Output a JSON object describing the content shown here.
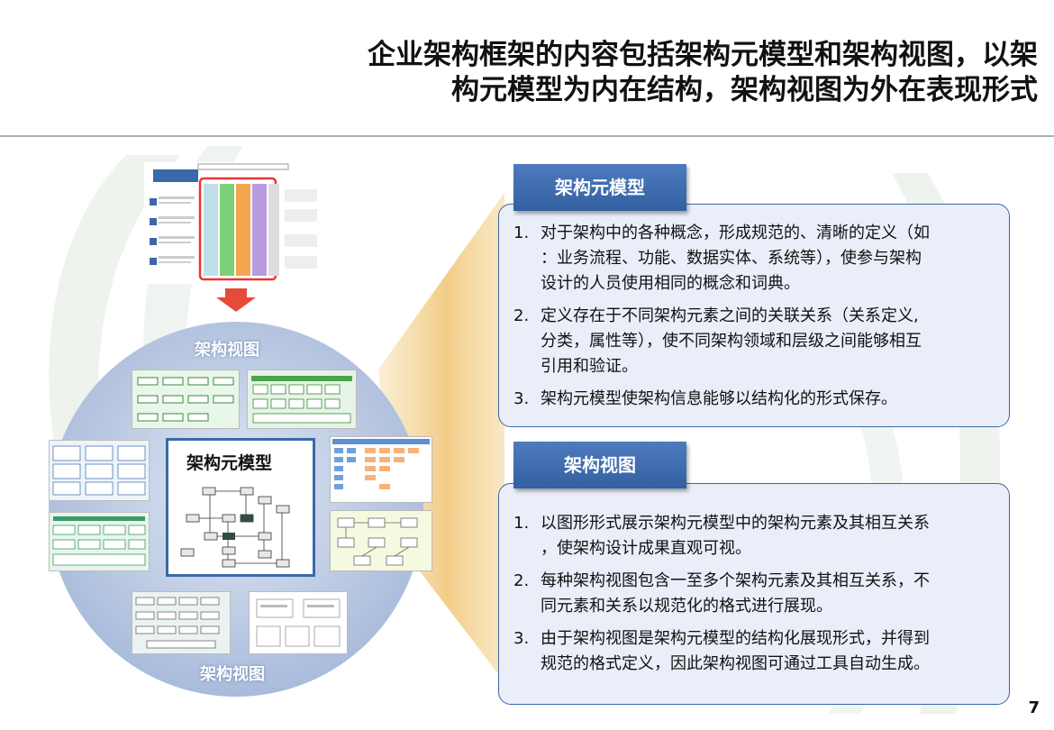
{
  "title": {
    "line1": "企业架构框架的内容包括架构元模型和架构视图，以架",
    "line2": "构元模型为内在结构，架构视图为外在表现形式"
  },
  "diagram": {
    "top_label": "架构视图",
    "bottom_label": "架构视图",
    "center_label": "架构元模型"
  },
  "section1": {
    "header": "架构元模型",
    "items": [
      {
        "num": "1.",
        "lines": [
          "对于架构中的各种概念，形成规范的、清晰的定义（如",
          "：业务流程、功能、数据实体、系统等），使参与架构",
          "设计的人员使用相同的概念和词典。"
        ]
      },
      {
        "num": "2.",
        "lines": [
          "定义存在于不同架构元素之间的关联关系（关系定义,",
          "分类，属性等），使不同架构领域和层级之间能够相互",
          "引用和验证。"
        ]
      },
      {
        "num": "3.",
        "lines": [
          "架构元模型使架构信息能够以结构化的形式保存。"
        ]
      }
    ]
  },
  "section2": {
    "header": "架构视图",
    "items": [
      {
        "num": "1.",
        "lines": [
          "以图形形式展示架构元模型中的架构元素及其相互关系",
          "，使架构设计成果直观可视。"
        ]
      },
      {
        "num": "2.",
        "lines": [
          "每种架构视图包含一至多个架构元素及其相互关系，不",
          "同元素和关系以规范化的格式进行展现。"
        ]
      },
      {
        "num": "3.",
        "lines": [
          "由于架构视图是架构元模型的结构化展现形式，并得到",
          "规范的格式定义，因此架构视图可通过工具自动生成。"
        ]
      }
    ]
  },
  "page_number": "7",
  "colors": {
    "accent_blue": "#3c67a8",
    "box_fill": "#e9eef8",
    "circle_fill": "#b7c6e0",
    "beam": "#f1c77a"
  }
}
